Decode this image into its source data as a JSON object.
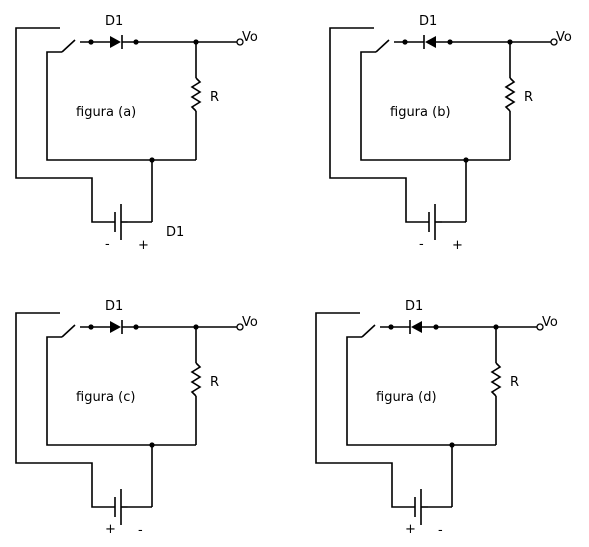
{
  "circuits": [
    {
      "id": "a",
      "caption": "figura (a)",
      "diode_label": "D1",
      "resistor_label": "R",
      "output_label": "Vo",
      "diode_direction": "right",
      "battery_left_label": "-",
      "battery_right_label": "+"
    },
    {
      "id": "b",
      "caption": "figura (b)",
      "diode_label": "D1",
      "resistor_label": "R",
      "output_label": "Vo",
      "diode_direction": "left",
      "battery_left_label": "-",
      "battery_right_label": "+"
    },
    {
      "id": "c",
      "caption": "figura (c)",
      "diode_label": "D1",
      "resistor_label": "R",
      "output_label": "Vo",
      "diode_direction": "right",
      "battery_left_label": "+",
      "battery_right_label": "-"
    },
    {
      "id": "d",
      "caption": "figura (d)",
      "diode_label": "D1",
      "resistor_label": "R",
      "output_label": "Vo",
      "diode_direction": "left",
      "battery_left_label": "+",
      "battery_right_label": "-"
    }
  ],
  "extra_labels": {
    "stray_d1": "D1"
  }
}
